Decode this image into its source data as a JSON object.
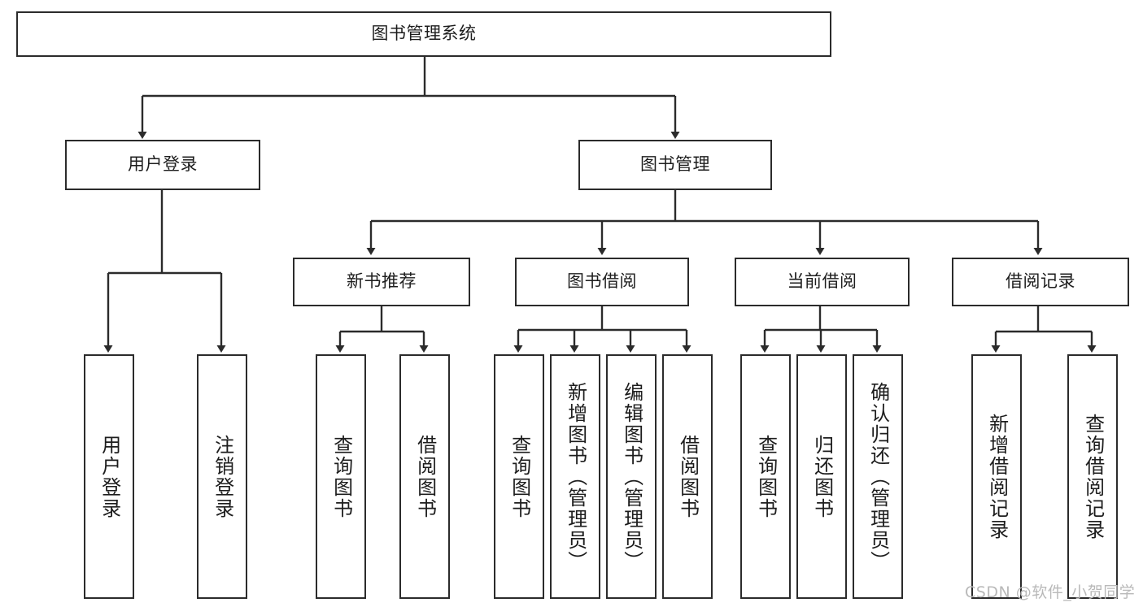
{
  "diagram": {
    "title": "图书管理系统",
    "type": "tree-hierarchy-diagram",
    "root": {
      "label": "图书管理系统"
    },
    "level2": [
      {
        "label": "用户登录"
      },
      {
        "label": "图书管理"
      }
    ],
    "level3": [
      {
        "label": "新书推荐"
      },
      {
        "label": "图书借阅"
      },
      {
        "label": "当前借阅"
      },
      {
        "label": "借阅记录"
      }
    ],
    "leaves": {
      "user_login": [
        {
          "label": "用户登录"
        },
        {
          "label": "注销登录"
        }
      ],
      "new_book_recommend": [
        {
          "label": "查询图书"
        },
        {
          "label": "借阅图书"
        }
      ],
      "book_borrow": [
        {
          "label": "查询图书"
        },
        {
          "label": "新增图书（管理员）"
        },
        {
          "label": "编辑图书（管理员）"
        },
        {
          "label": "借阅图书"
        }
      ],
      "current_borrow": [
        {
          "label": "查询图书"
        },
        {
          "label": "归还图书"
        },
        {
          "label": "确认归还（管理员）"
        }
      ],
      "borrow_record": [
        {
          "label": "新增借阅记录"
        },
        {
          "label": "查询借阅记录"
        }
      ]
    }
  },
  "watermark": {
    "text": "CSDN @软件_小贺同学"
  },
  "colors": {
    "border": "#2b2b2b",
    "background": "#ffffff",
    "text": "#1d1d1d",
    "watermark": "#b9b9b9"
  }
}
